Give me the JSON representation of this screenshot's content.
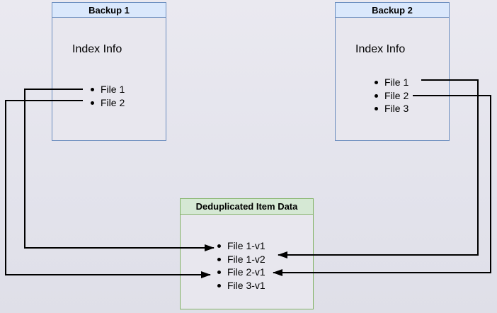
{
  "diagram": {
    "backup1": {
      "title": "Backup 1",
      "section_label": "Index Info",
      "files": [
        "File 1",
        "File 2"
      ]
    },
    "backup2": {
      "title": "Backup 2",
      "section_label": "Index Info",
      "files": [
        "File 1",
        "File 2",
        "File 3"
      ]
    },
    "dedup": {
      "title": "Deduplicated Item Data",
      "items": [
        "File 1-v1",
        "File 1-v2",
        "File 2-v1",
        "File 3-v1"
      ]
    },
    "links": [
      {
        "from": "Backup 1 / File 1",
        "to": "File 1-v1",
        "side": "left"
      },
      {
        "from": "Backup 1 / File 2",
        "to": "File 2-v1",
        "side": "left"
      },
      {
        "from": "Backup 2 / File 1",
        "to": "File 1-v2",
        "side": "right"
      },
      {
        "from": "Backup 2 / File 2",
        "to": "File 2-v1",
        "side": "right"
      }
    ],
    "colors": {
      "backup_header_fill": "#dae8fc",
      "backup_border": "#6c8ebf",
      "dedup_header_fill": "#d5e8d4",
      "dedup_border": "#82b366",
      "connector": "#000000"
    }
  }
}
